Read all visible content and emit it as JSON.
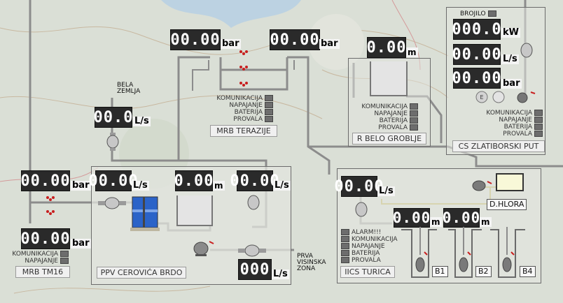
{
  "stations": {
    "mrb_terazije": {
      "name": "MRB TERAZIJE",
      "left_pressure": "00.00",
      "left_unit": "bar",
      "right_pressure": "00.00",
      "right_unit": "bar",
      "status": [
        "KOMUNIKACIJA",
        "NAPAJANJE",
        "BATERIJA",
        "PROVALA"
      ]
    },
    "bela_zemlja": {
      "label_line1": "BELA",
      "label_line2": "ZEMLJA",
      "flow": "00.0",
      "flow_unit": "L/s"
    },
    "r_belo_groblje": {
      "name": "R BELO GROBLJE",
      "level": "0.00",
      "level_unit": "m",
      "status": [
        "KOMUNIKACIJA",
        "NAPAJANJE",
        "BATERIJA",
        "PROVALA"
      ]
    },
    "cs_zlatiborski_put": {
      "name": "CS ZLATIBORSKI PUT",
      "meter_label": "BROJILO",
      "power": "000.0",
      "power_unit": "kW",
      "flow": "00.00",
      "flow_unit": "L/s",
      "pressure": "00.00",
      "pressure_unit": "bar",
      "status": [
        "KOMUNIKACIJA",
        "NAPAJANJE",
        "BATERIJA",
        "PROVALA"
      ]
    },
    "mrb_tm16": {
      "name": "MRB TM16",
      "top_pressure": "00.00",
      "top_unit": "bar",
      "bottom_pressure": "00.00",
      "bottom_unit": "bar",
      "status": [
        "KOMUNIKACIJA",
        "NAPAJANJE"
      ]
    },
    "ppv_cerovica_brdo": {
      "name": "PPV CEROVIĆA BRDO",
      "flow_in": "00.00",
      "flow_in_unit": "L/s",
      "level": "0.00",
      "level_unit": "m",
      "flow_out": "00.00",
      "flow_out_unit": "L/s",
      "flow_zone": "000",
      "flow_zone_unit": "L/s",
      "zone_line1": "PRVA",
      "zone_line2": "VISINSKA",
      "zone_line3": "ZONA"
    },
    "iics_turica": {
      "name": "IICS TURICA",
      "flow": "00.00",
      "flow_unit": "L/s",
      "level1": "0.00",
      "level1_unit": "m",
      "level2": "0.00",
      "level2_unit": "m",
      "chlorine_label": "D.HLORA",
      "status": [
        "ALARM!!!",
        "KOMUNIKACIJA",
        "NAPAJANJE",
        "BATERIJA",
        "PROVALA"
      ],
      "wells": [
        "B1",
        "B2",
        "B4"
      ]
    }
  },
  "colors": {
    "display_bg": "#2a2a2a",
    "pipe": "#8c8c8c",
    "water": "#1f5fbf",
    "chlorine_line": "#b8a22a",
    "accent_red": "#c81e1e"
  }
}
